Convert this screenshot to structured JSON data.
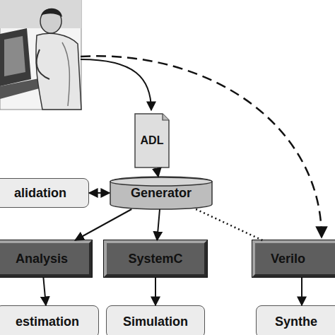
{
  "diagram": {
    "nodes": [
      {
        "text": [
          "ADL"
        ]
      },
      {
        "text": [
          "alidation"
        ]
      },
      {
        "text": [
          "Generator"
        ]
      },
      {
        "text": [
          "Analysis"
        ]
      },
      {
        "text": [
          "SystemC"
        ]
      },
      {
        "text": [
          "Verilo"
        ]
      },
      {
        "text": [
          "estimation"
        ]
      },
      {
        "text": [
          "Simulation"
        ]
      },
      {
        "text": [
          "Synthe"
        ]
      }
    ],
    "edges": [
      {
        "from": 0,
        "to": 2,
        "arrow": "to"
      },
      {
        "from": 1,
        "to": 2,
        "arrow": "both"
      },
      {
        "from": 2,
        "to": 3,
        "arrow": "to"
      },
      {
        "from": 2,
        "to": 4,
        "arrow": "to"
      },
      {
        "from": 2,
        "to": 5,
        "arrow": "none"
      },
      {
        "from": 3,
        "to": 6,
        "arrow": "to"
      },
      {
        "from": 4,
        "to": 7,
        "arrow": "to"
      },
      {
        "from": 5,
        "to": 8,
        "arrow": "to"
      }
    ]
  }
}
